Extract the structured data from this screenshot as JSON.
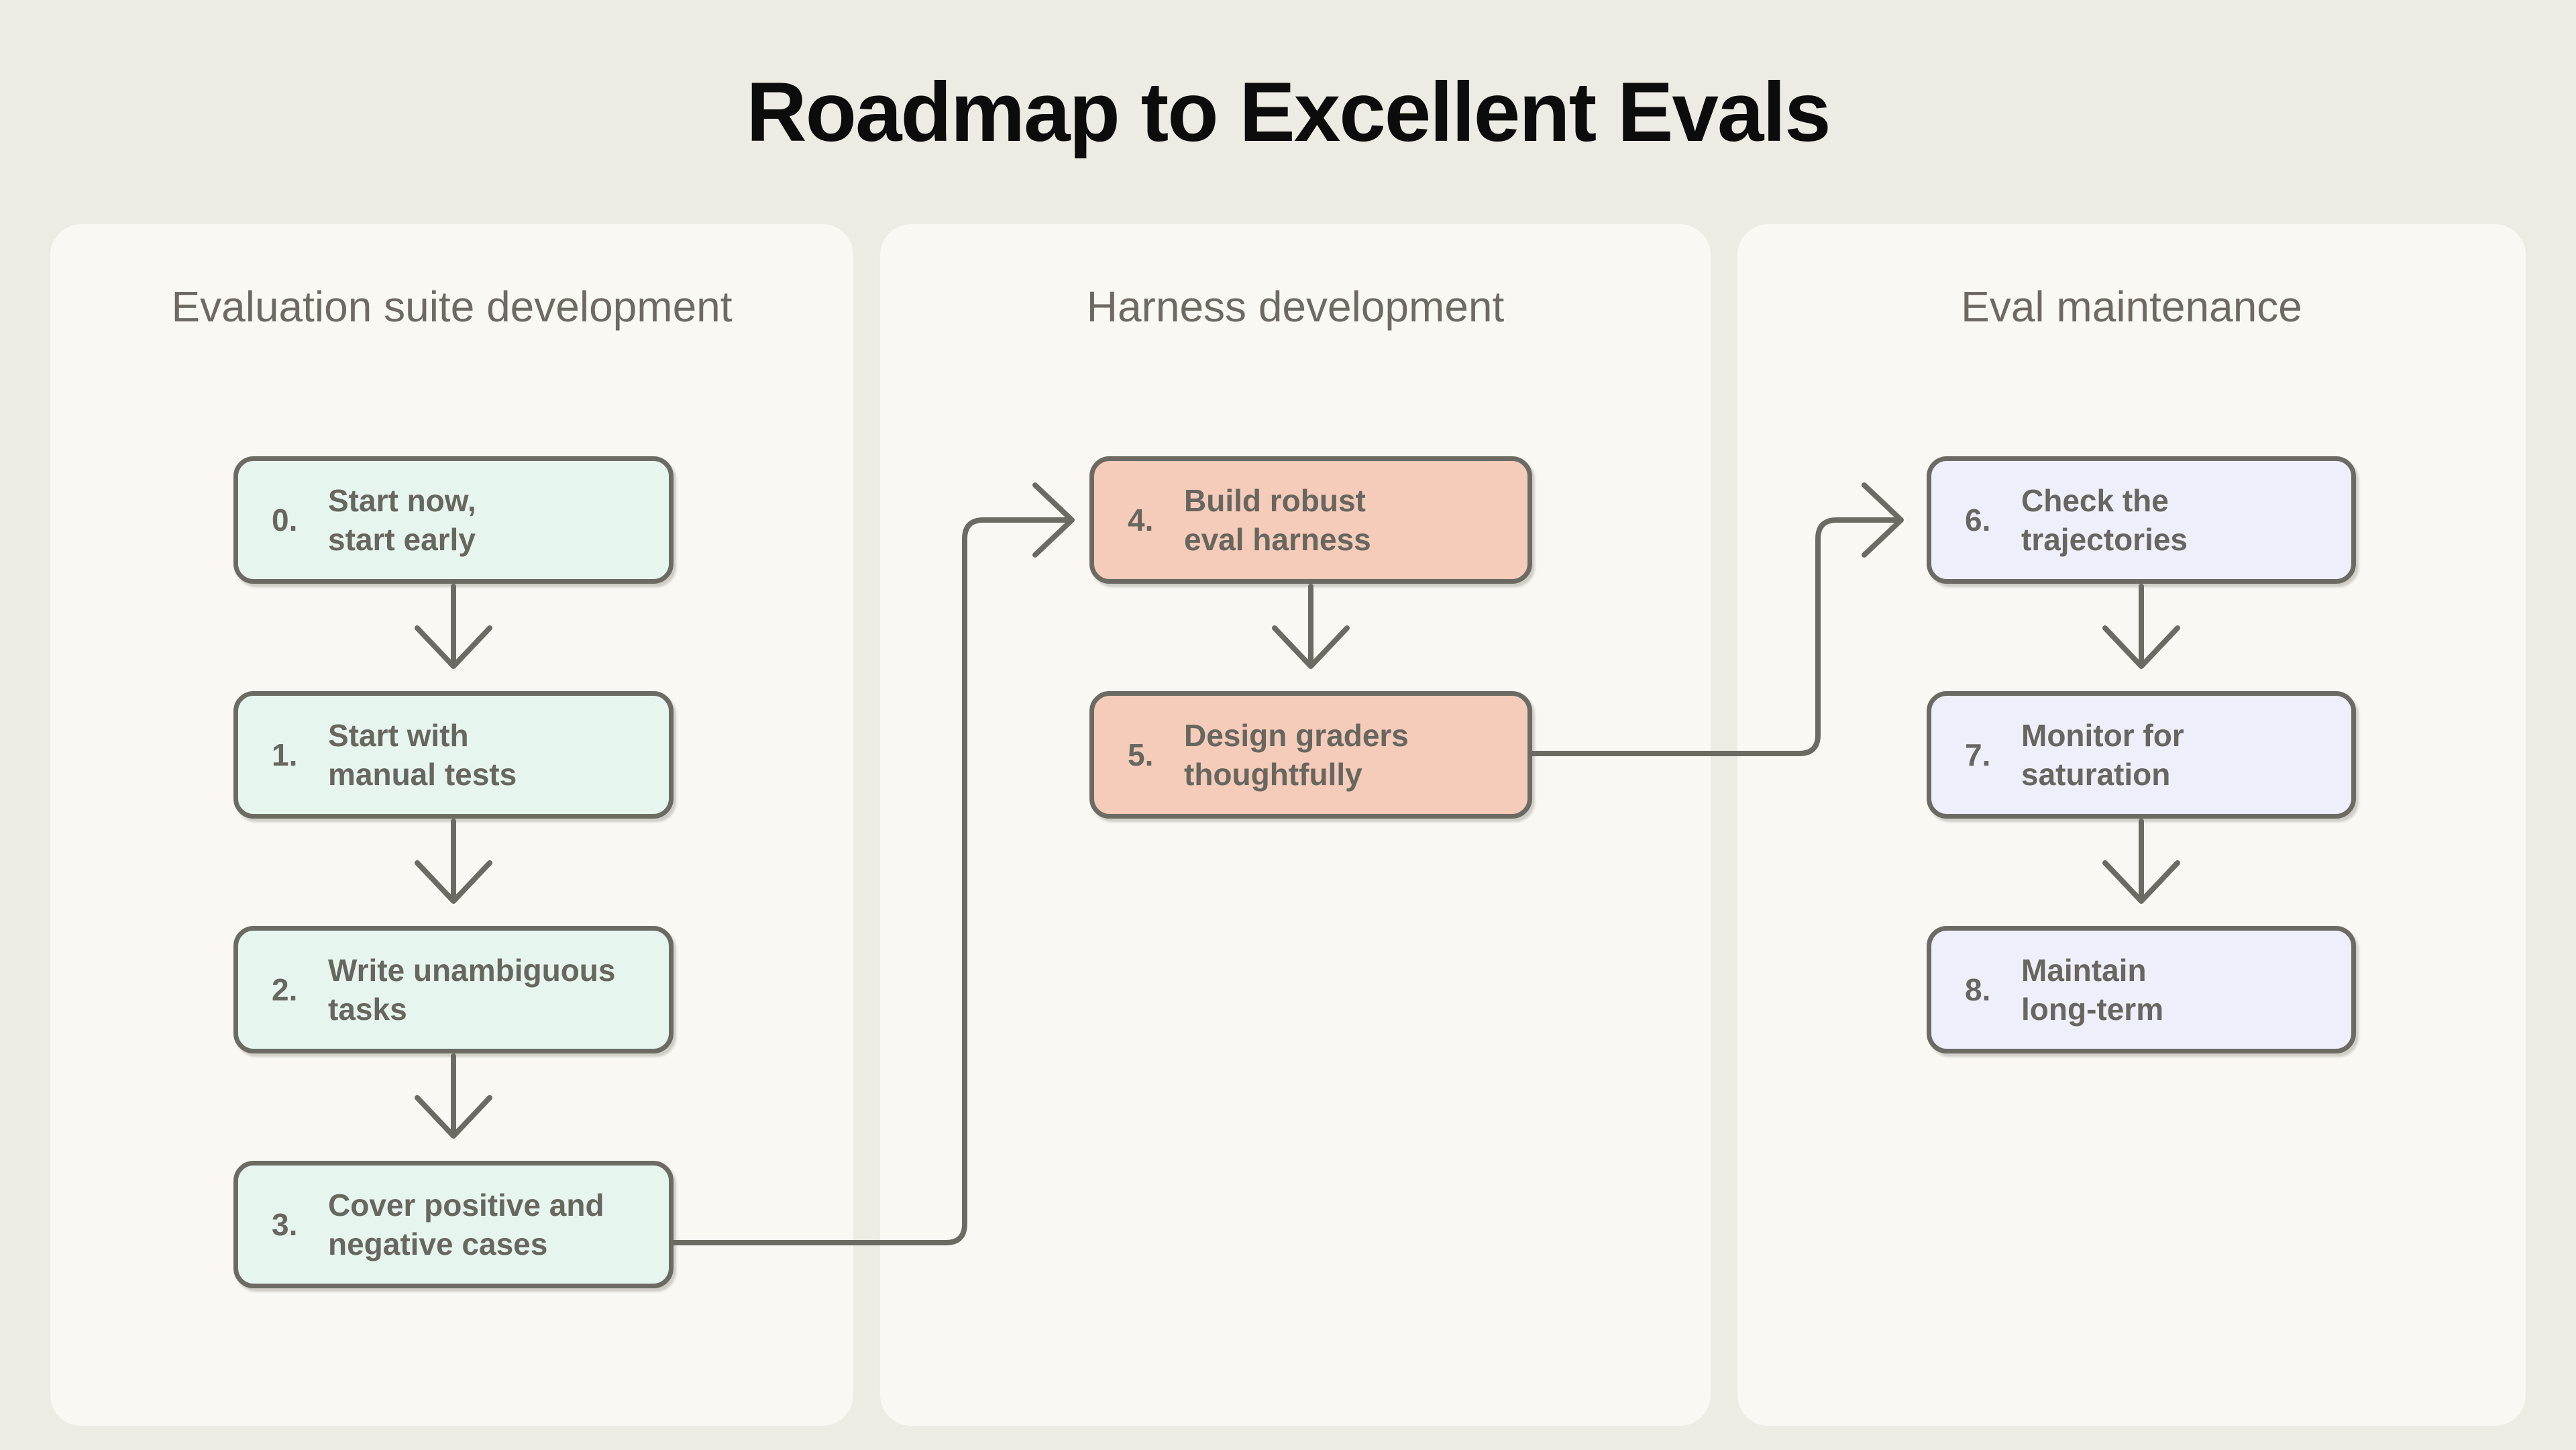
{
  "title": "Roadmap to Excellent Evals",
  "columns": [
    {
      "id": "evaluation-suite-development",
      "header": "Evaluation suite development",
      "box_fill": "#E7F5EF",
      "boxes": [
        {
          "number": "0.",
          "lines": [
            "Start now,",
            "start early"
          ]
        },
        {
          "number": "1.",
          "lines": [
            "Start with",
            "manual tests"
          ]
        },
        {
          "number": "2.",
          "lines": [
            "Write unambiguous",
            "tasks"
          ]
        },
        {
          "number": "3.",
          "lines": [
            "Cover positive and",
            "negative cases"
          ]
        }
      ]
    },
    {
      "id": "harness-development",
      "header": "Harness development",
      "box_fill": "#F5CBBA",
      "boxes": [
        {
          "number": "4.",
          "lines": [
            "Build robust",
            "eval harness"
          ]
        },
        {
          "number": "5.",
          "lines": [
            "Design graders",
            "thoughtfully"
          ]
        }
      ]
    },
    {
      "id": "eval-maintenance",
      "header": "Eval maintenance",
      "box_fill": "#EFEEFB",
      "boxes": [
        {
          "number": "6.",
          "lines": [
            "Check the",
            "trajectories"
          ]
        },
        {
          "number": "7.",
          "lines": [
            "Monitor for",
            "saturation"
          ]
        },
        {
          "number": "8.",
          "lines": [
            "Maintain",
            "long-term"
          ]
        }
      ]
    }
  ],
  "flow": [
    "0 -> 1",
    "1 -> 2",
    "2 -> 3",
    "3 -> 4",
    "4 -> 5",
    "5 -> 6",
    "6 -> 7",
    "7 -> 8"
  ],
  "colors": {
    "page_background": "#ECECE4",
    "panel_background": "#F9F8F3",
    "line_and_border": "#6B6B64",
    "box_text": "#67665F",
    "header_text": "#6E6A63",
    "title_text": "#0C0C0C",
    "mint_box": "#E7F5EF",
    "salmon_box": "#F5CBBA",
    "lavender_box": "#EFEEFB"
  }
}
